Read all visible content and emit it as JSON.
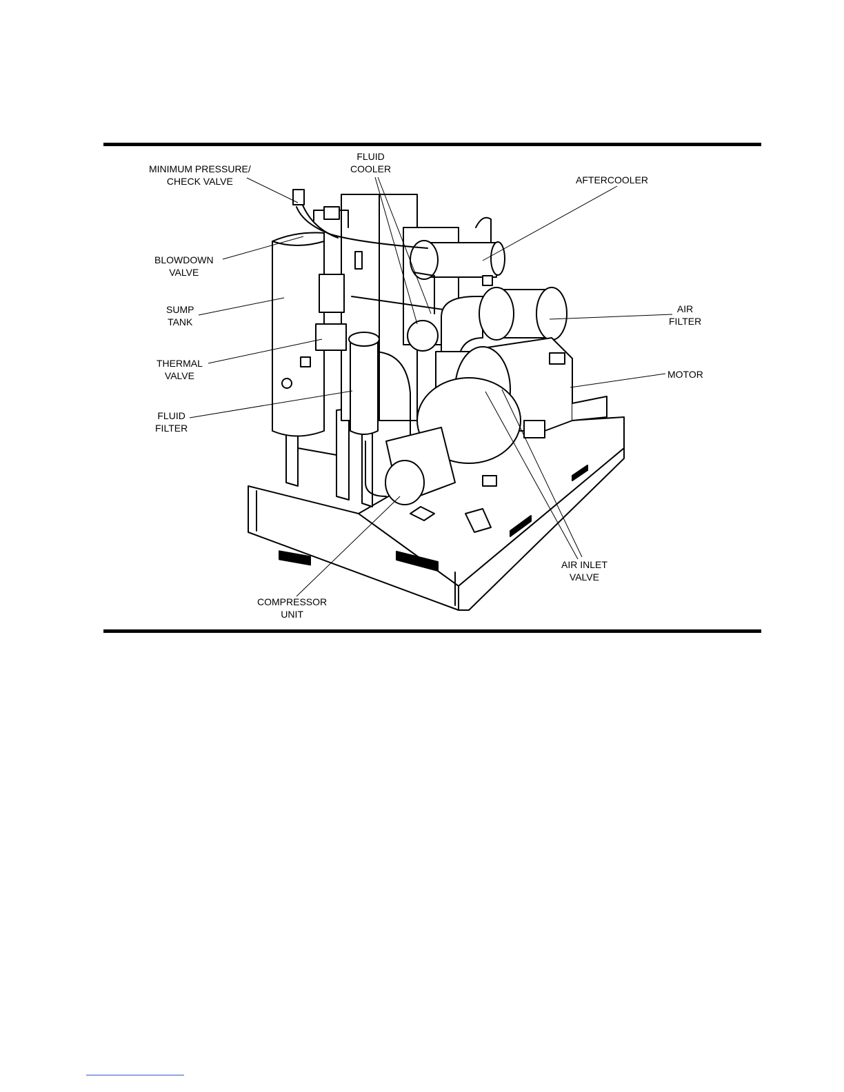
{
  "labels": {
    "minimum_pressure": [
      "MINIMUM PRESSURE/",
      "CHECK VALVE"
    ],
    "fluid_cooler": [
      "FLUID",
      "COOLER"
    ],
    "aftercooler": [
      "AFTERCOOLER"
    ],
    "blowdown_valve": [
      "BLOWDOWN",
      "VALVE"
    ],
    "sump_tank": [
      "SUMP",
      "TANK"
    ],
    "air_filter": [
      "AIR",
      "FILTER"
    ],
    "thermal_valve": [
      "THERMAL",
      "VALVE"
    ],
    "motor": [
      "MOTOR"
    ],
    "fluid_filter": [
      "FLUID",
      "FILTER"
    ],
    "air_inlet_valve": [
      "AIR INLET",
      "VALVE"
    ],
    "compressor_unit": [
      "COMPRESSOR",
      "UNIT"
    ]
  }
}
